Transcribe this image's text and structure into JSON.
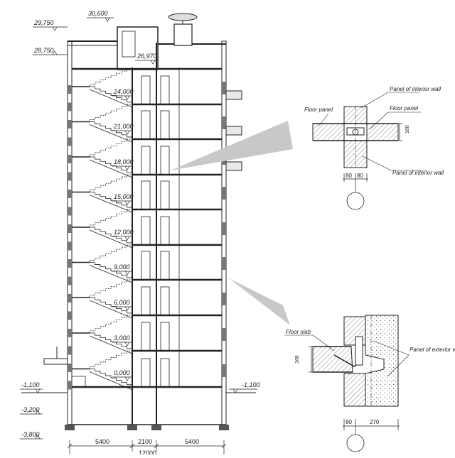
{
  "levels": {
    "roof_top": "30,600",
    "parapet": "29,750",
    "attic_floor": "28,750",
    "top_ceiling": "26,970",
    "floors": [
      "24,000",
      "21,000",
      "18,000",
      "15,000",
      "12,000",
      "9,000",
      "6,000",
      "3,000",
      "0,000"
    ],
    "ground_left": "-1,100",
    "ground_right": "-1,100",
    "basement": "-3,200",
    "foundation": "-3,800"
  },
  "dimensions": {
    "spans": [
      "5400",
      "2100",
      "5400"
    ],
    "total": "12000"
  },
  "detail_interior": {
    "label_panel_top": "Panel of interior wall",
    "label_floor_left": "Floor panel",
    "label_floor_right": "Floor panel",
    "label_panel_bottom": "Panel of interior wall",
    "dim_height": "160",
    "dim_a": "80",
    "dim_b": "80"
  },
  "detail_exterior": {
    "label_floor": "Floor slab",
    "label_panel": "Panel of exterior wall",
    "dim_height": "160",
    "dim_a": "80",
    "dim_b": "270"
  }
}
